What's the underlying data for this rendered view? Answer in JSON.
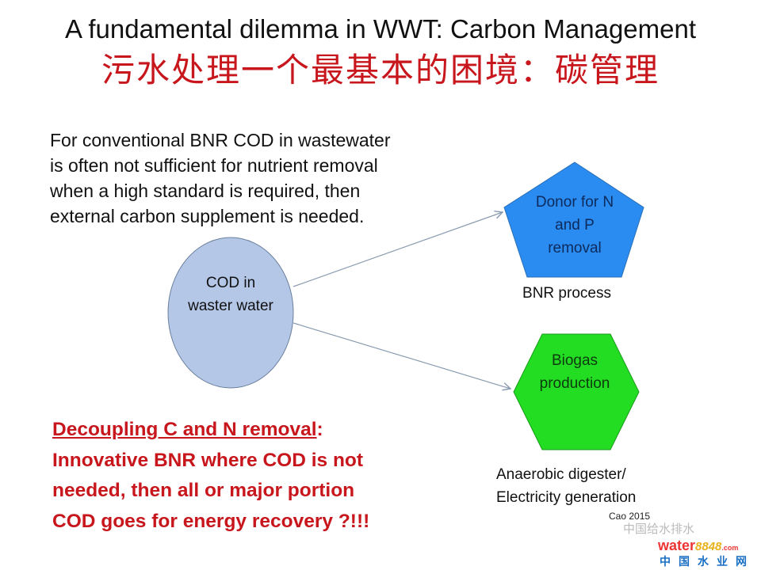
{
  "title_en": "A fundamental dilemma in WWT: Carbon Management",
  "title_cn": "污水处理一个最基本的困境：碳管理",
  "paragraph": [
    "For conventional BNR COD in wastewater",
    "is often not sufficient for nutrient removal",
    "when a high standard is required, then",
    "external carbon supplement is needed."
  ],
  "circle": {
    "line1": "COD in",
    "line2": "waster water",
    "color": "#b4c7e7"
  },
  "pentagon": {
    "lines": [
      "Donor for N",
      "and P",
      "removal"
    ],
    "caption": "BNR process",
    "color": "#2a8cf0"
  },
  "hexagon": {
    "lines": [
      "Biogas",
      "production"
    ],
    "caption1": "Anaerobic digester/",
    "caption2": "Electricity generation",
    "color": "#22dd22"
  },
  "highlight": {
    "heading": "Decoupling C and N removal",
    "colon": ":",
    "lines": [
      "Innovative BNR where COD is not",
      "needed, then all or major portion",
      "COD goes for energy recovery ?!!!"
    ]
  },
  "citation": "Cao 2015",
  "watermark": {
    "account": "中国给水排水",
    "logo": "water",
    "logo_num": "8848",
    "logo_com": ".com",
    "site_cn": "中国水业网"
  }
}
